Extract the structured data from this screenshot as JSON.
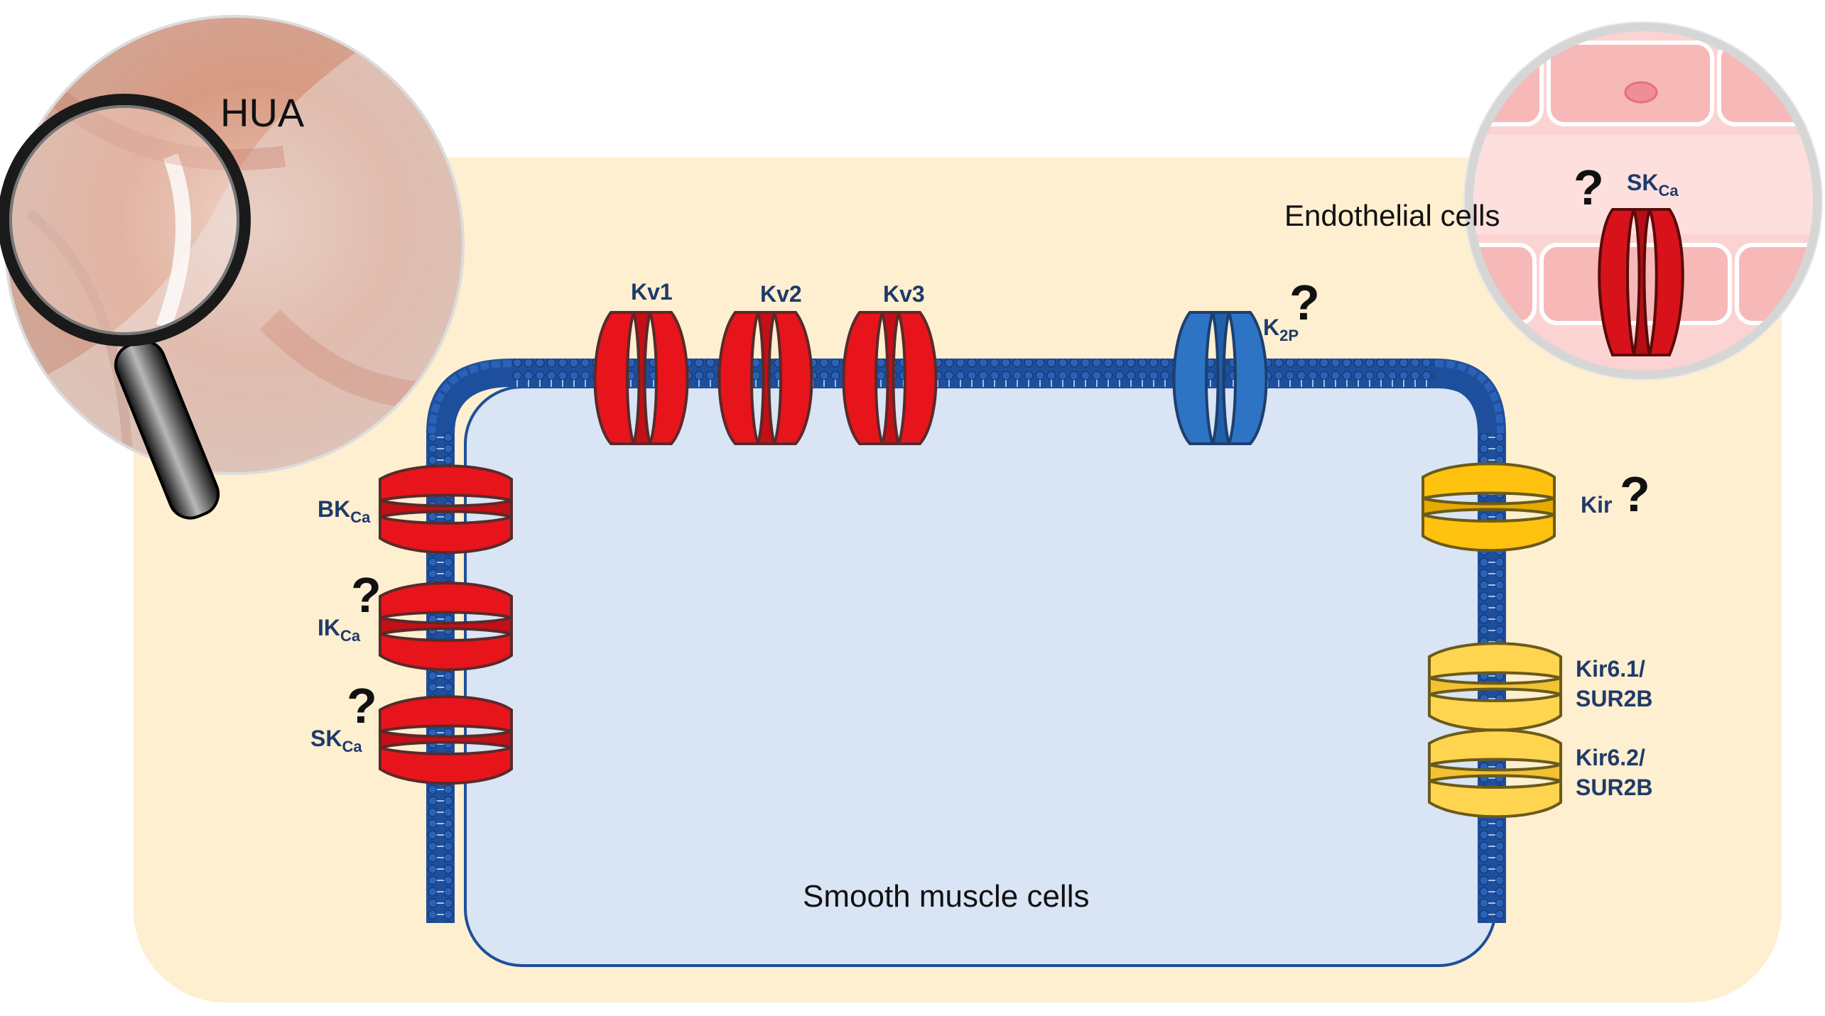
{
  "labels": {
    "hua": "HUA",
    "endothelial": "Endothelial cells",
    "smooth_muscle": "Smooth muscle cells",
    "kv1": "Kv1",
    "kv2": "Kv2",
    "kv3": "Kv3",
    "k2p_main": "K",
    "k2p_sub": "2P",
    "bkca_main": "BK",
    "bkca_sub": "Ca",
    "ikca_main": "IK",
    "ikca_sub": "Ca",
    "skca_main": "SK",
    "skca_sub": "Ca",
    "endo_skca_main": "SK",
    "endo_skca_sub": "Ca",
    "kir": "Kir",
    "kir61_line1": "Kir6.1/",
    "kir61_line2": "SUR2B",
    "kir62_line1": "Kir6.2/",
    "kir62_line2": "SUR2B",
    "question": "?"
  },
  "colors": {
    "background_panel": "#fdefcf",
    "cell_fill": "#d9e4f4",
    "membrane": "#1e4f9c",
    "kv_channel": "#e8141c",
    "k2p_channel": "#2e74c4",
    "kir_channel": "#ffc20e",
    "katp_channel": "#ffd54f",
    "endothelium": "#f7c6c6"
  }
}
